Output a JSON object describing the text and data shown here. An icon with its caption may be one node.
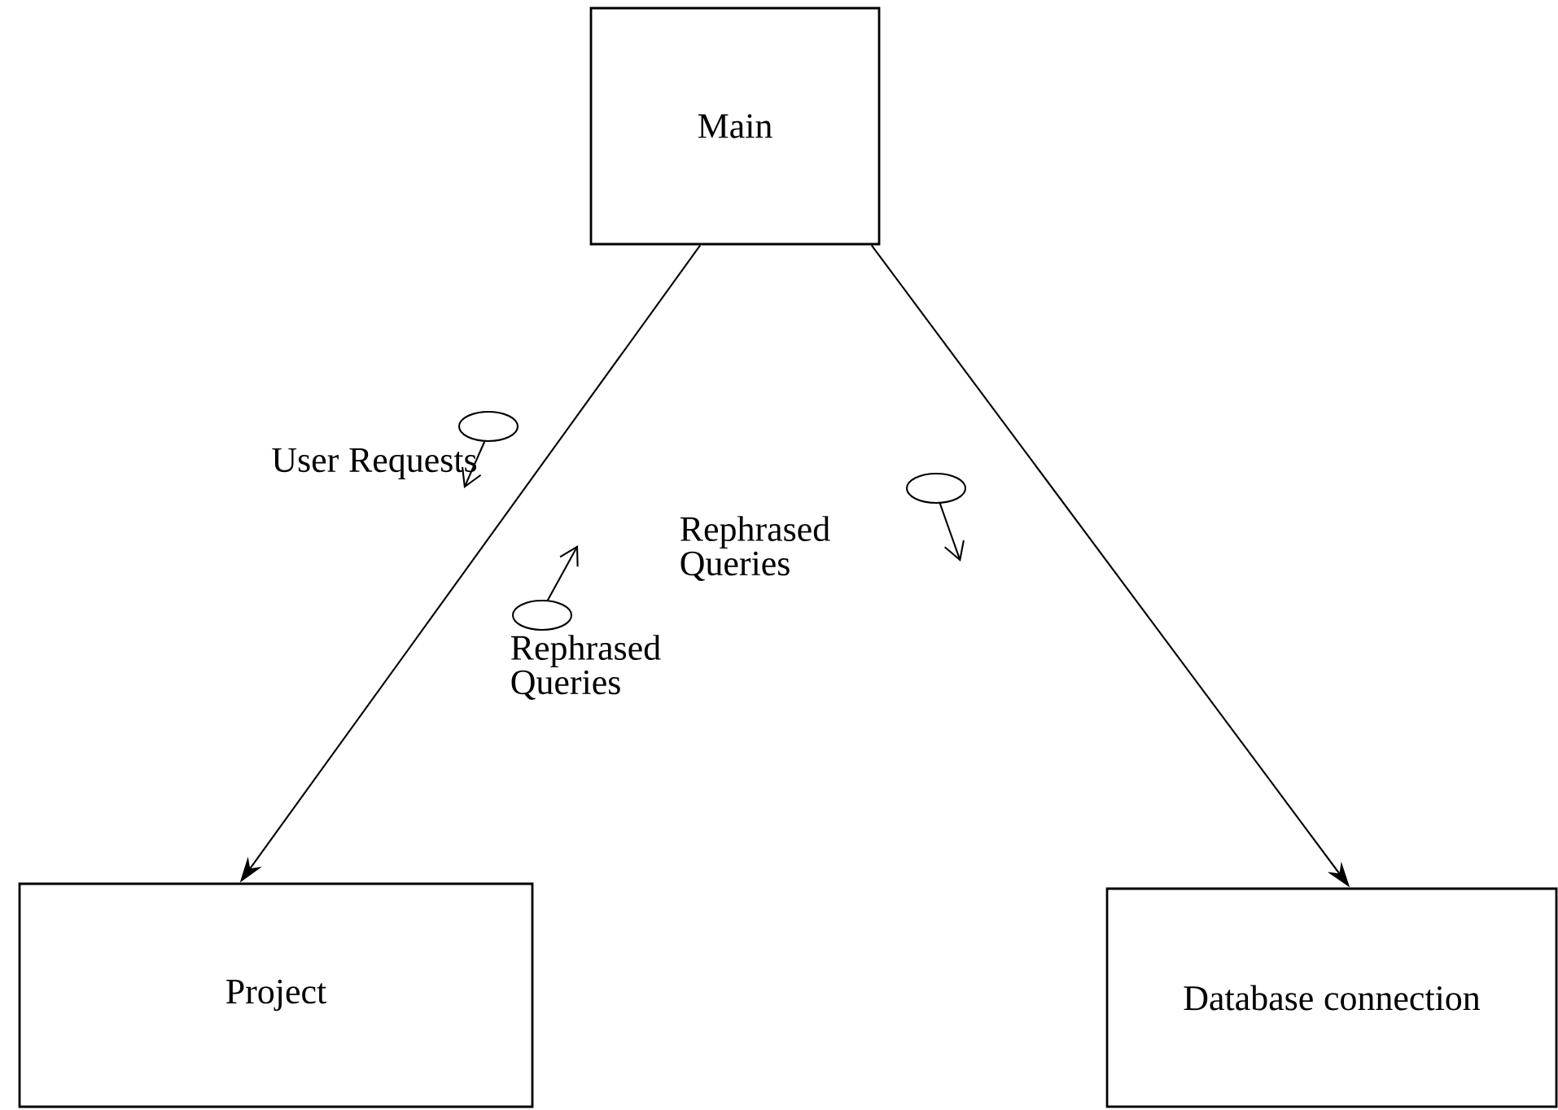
{
  "diagram": {
    "nodes": [
      {
        "text": [
          "Main"
        ]
      },
      {
        "text": [
          "Project"
        ]
      },
      {
        "text": [
          "Database connection"
        ]
      }
    ],
    "edges": [
      {
        "from": 0,
        "to": 1,
        "arrow": "to"
      },
      {
        "from": 0,
        "to": 2,
        "arrow": "to"
      }
    ],
    "labels": [
      "User Requests",
      "Rephrased Queries",
      "Rephrased Queries"
    ]
  }
}
